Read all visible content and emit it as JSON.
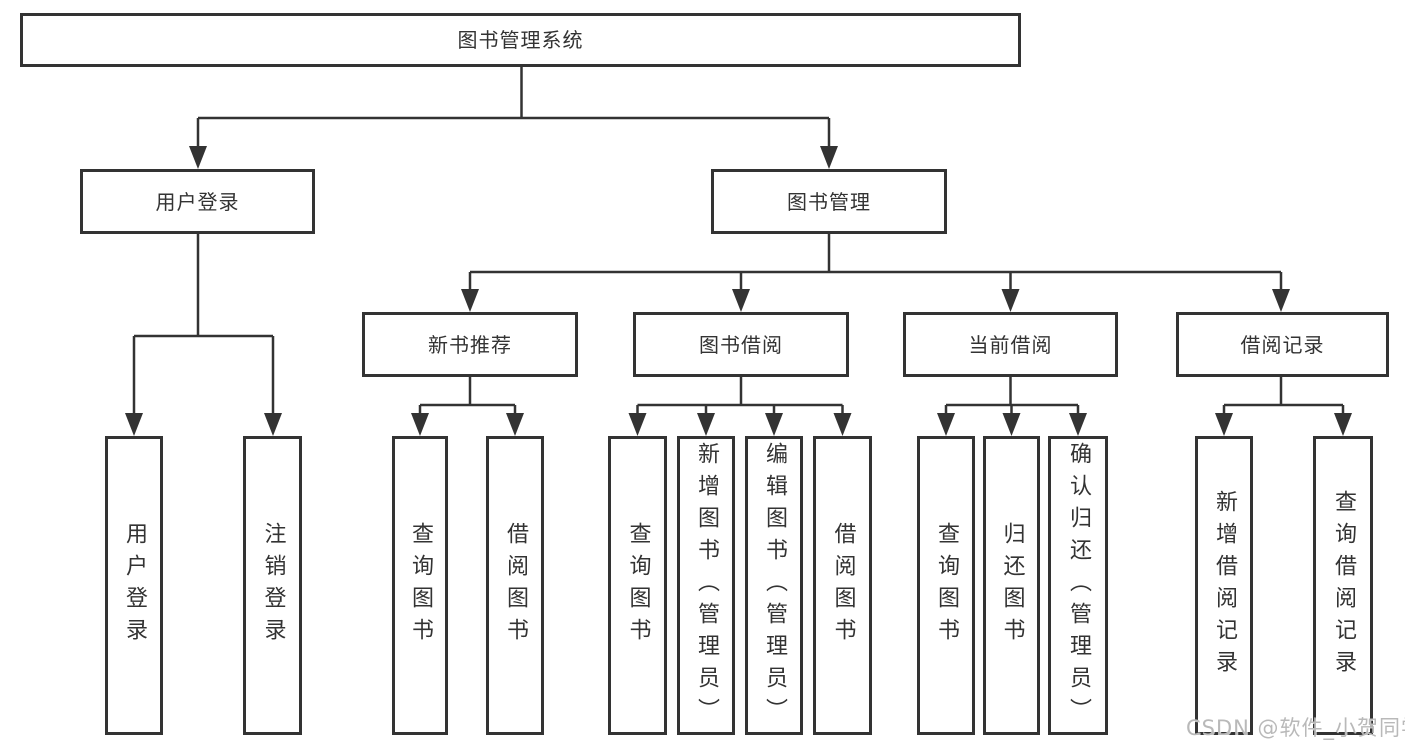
{
  "diagram": {
    "root_label": "图书管理系统",
    "level2": [
      "用户登录",
      "图书管理"
    ],
    "level3": [
      "新书推荐",
      "图书借阅",
      "当前借阅",
      "借阅记录"
    ],
    "leaves_user_login": [
      "用户登录",
      "注销登录"
    ],
    "leaves_new_book_recommend": [
      "查询图书",
      "借阅图书"
    ],
    "leaves_book_borrow": [
      "查询图书",
      "新增图书（管理员）",
      "编辑图书（管理员）",
      "借阅图书"
    ],
    "leaves_current_borrow": [
      "查询图书",
      "归还图书",
      "确认归还（管理员）"
    ],
    "leaves_borrow_record": [
      "新增借阅记录",
      "查询借阅记录"
    ]
  },
  "watermark": {
    "text": "CSDN @软件_小贺同学"
  },
  "colors": {
    "line": "#333333",
    "box_border": "#333333",
    "text": "#333333",
    "watermark": "#b9b9b9",
    "background": "#ffffff"
  }
}
